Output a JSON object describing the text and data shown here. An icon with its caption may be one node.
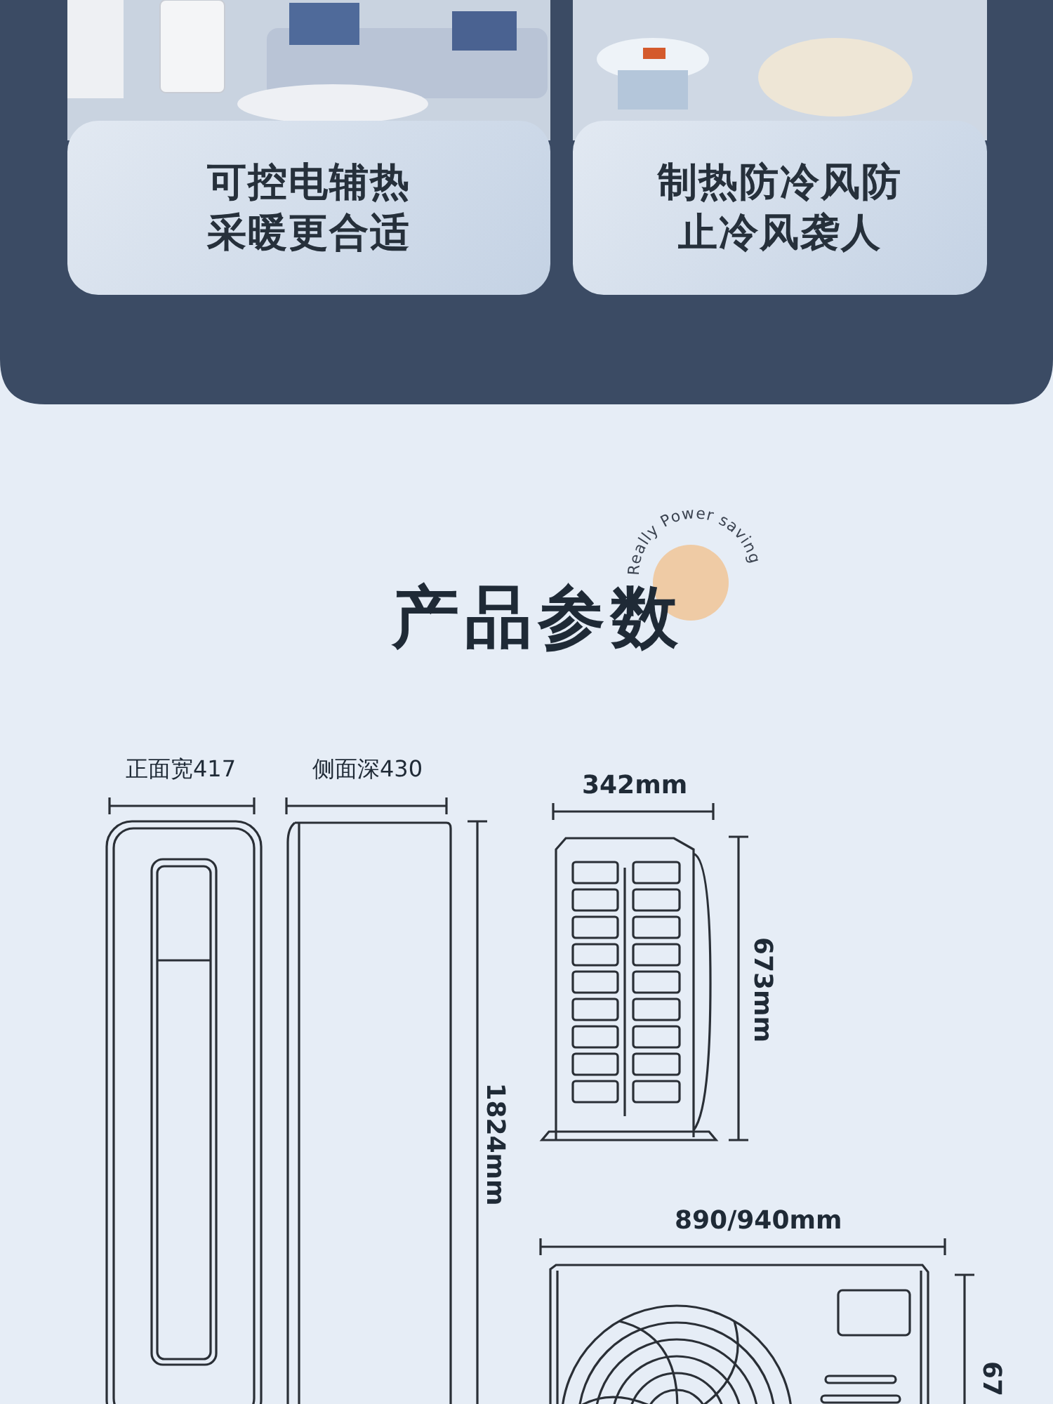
{
  "diagram": {
    "title": "产品参数",
    "nodes": [
      {
        "text": [
          "可控电辅热采暖更合适"
        ]
      },
      {
        "text": [
          "制热防冷风防止冷风袭人"
        ]
      }
    ],
    "labels": [
      "Really Power saving",
      "正面宽417",
      "侧面深430",
      "1824mm",
      "342mm",
      "673mm",
      "890/940mm",
      "67"
    ]
  }
}
